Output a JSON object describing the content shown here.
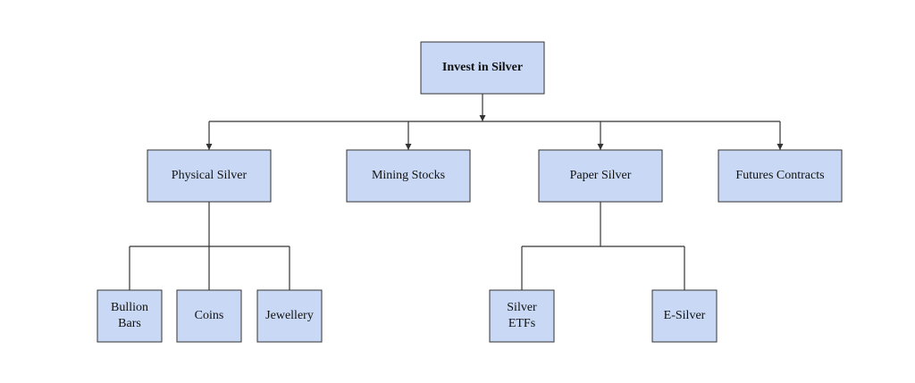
{
  "diagram": {
    "root": {
      "label": "Invest in Silver"
    },
    "categories": [
      {
        "label": "Physical Silver",
        "children": [
          "Bullion Bars",
          "Coins",
          "Jewellery"
        ]
      },
      {
        "label": "Mining Stocks",
        "children": []
      },
      {
        "label": "Paper Silver",
        "children": [
          "Silver ETFs",
          "E-Silver"
        ]
      },
      {
        "label": "Futures Contracts",
        "children": []
      }
    ]
  },
  "colors": {
    "node_fill": "#c9d9f5",
    "stroke": "#333333",
    "text": "#111111"
  }
}
